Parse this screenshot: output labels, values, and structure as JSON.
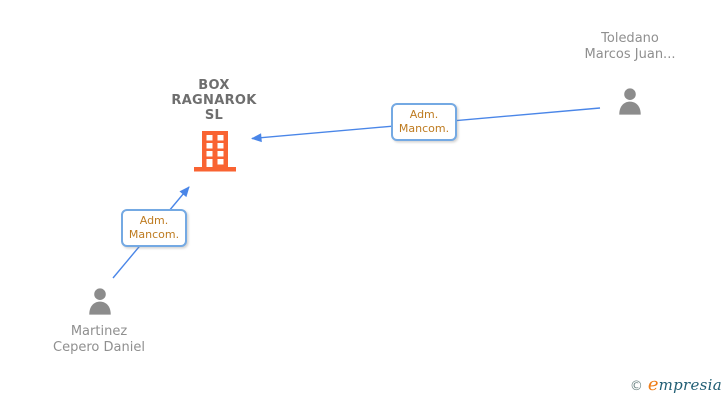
{
  "diagram_type": "corporate-relationship-graph",
  "company": {
    "name": "BOX RAGNAROK SL",
    "icon": "building-icon",
    "icon_color": "#F96332"
  },
  "persons": [
    {
      "name": "Toledano Marcos Juan...",
      "icon": "person-icon",
      "position": "top-right"
    },
    {
      "name": "Martinez Cepero Daniel",
      "icon": "person-icon",
      "position": "bottom-left"
    }
  ],
  "relationships": [
    {
      "label": "Adm. Mancom.",
      "from": "Toledano Marcos Juan...",
      "to": "BOX RAGNAROK SL"
    },
    {
      "label": "Adm. Mancom.",
      "from": "Martinez Cepero Daniel",
      "to": "BOX RAGNAROK SL"
    }
  ],
  "watermark": {
    "copyright": "©",
    "brand_initial": "e",
    "brand_rest": "mpresia"
  },
  "colors": {
    "background": "#FFFFFF",
    "arrow_blue": "#4A86E8",
    "relationship_box_border": "#74A9E3",
    "relationship_text": "#BE7B20",
    "company_text": "#6E6E6E",
    "person_text": "#8F8F8F",
    "person_icon_gray": "#8C8C8C",
    "building_orange": "#F96332",
    "brand_orange": "#EE7D18",
    "brand_teal": "#215E74"
  }
}
